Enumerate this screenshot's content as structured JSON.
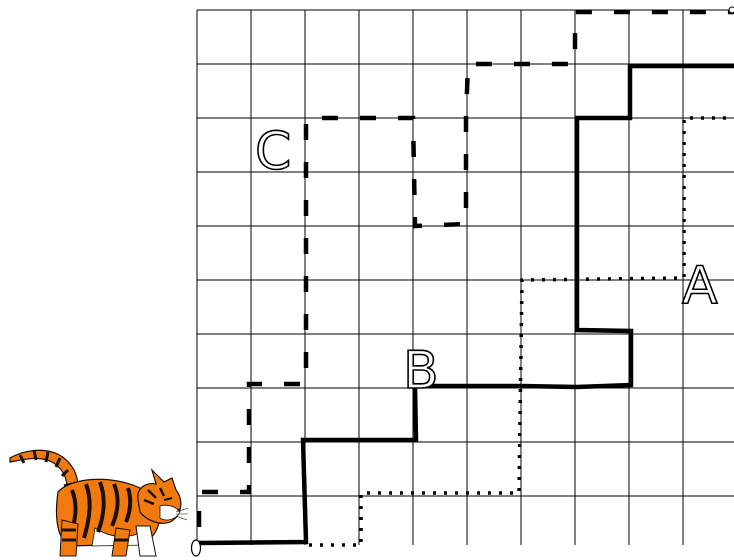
{
  "labels": {
    "A": "A",
    "B": "B",
    "C": "C"
  },
  "colors": {
    "background": "#ffffff",
    "ink": "#000000",
    "cat_orange": "#f07a10",
    "cat_stripe": "#1a1008",
    "cat_belly": "#ffffff"
  },
  "grid": {
    "columns": 10,
    "rows": 10
  },
  "routes": [
    {
      "id": "route-to-b-solid",
      "style": "solid"
    },
    {
      "id": "route-to-c-dashed",
      "style": "dashed"
    },
    {
      "id": "route-to-a-dotted",
      "style": "dotted"
    }
  ],
  "icons": [
    "cat-icon",
    "start-marker-icon"
  ]
}
